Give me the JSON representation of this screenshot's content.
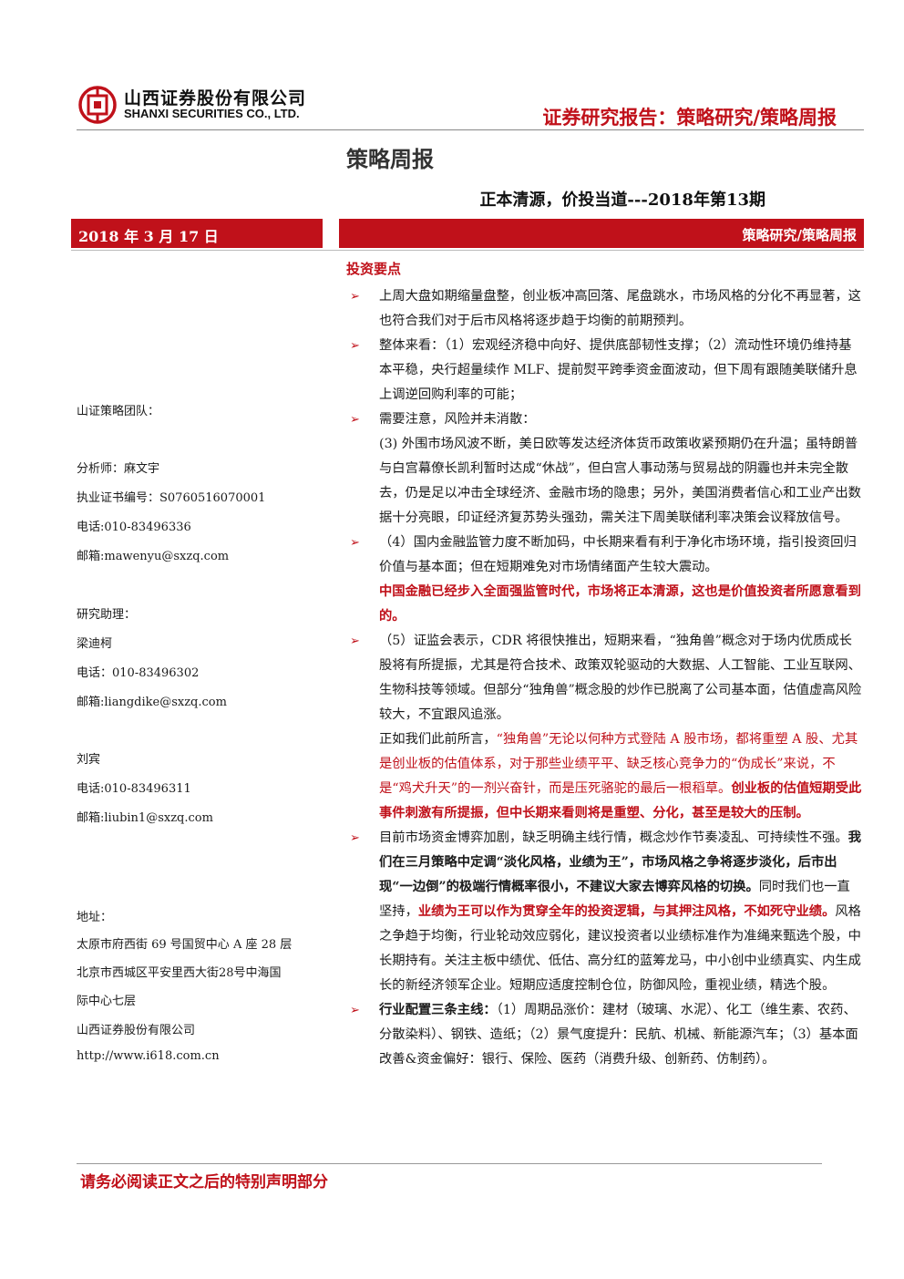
{
  "header": {
    "company_cn": "山西证券股份有限公司",
    "company_en": "SHANXI SECURITIES CO., LTD.",
    "report_title": "证券研究报告：策略研究/策略周报",
    "logo_icon": "shanxi-securities-logo-icon",
    "accent_color": "#c0111a"
  },
  "page_label": "策略周报",
  "subtitle": "正本清源，价投当道---2018年第13期",
  "date": "2018 年 3 月 17 日",
  "category": "策略研究/策略周报",
  "left": {
    "team": "山证策略团队：",
    "analyst": "分析师：麻文宇",
    "license": "执业证书编号：S0760516070001",
    "analyst_phone": "电话:010-83496336",
    "analyst_email": "邮箱:mawenyu@sxzq.com",
    "assistant_label": "研究助理：",
    "assistant1_name": "梁迪柯",
    "assistant1_phone": "电话：010-83496302",
    "assistant1_email": "邮箱:liangdike@sxzq.com",
    "assistant2_name": "刘宾",
    "assistant2_phone": "电话:010-83496311",
    "assistant2_email": "邮箱:liubin1@sxzq.com",
    "address_label": "地址：",
    "address1": "太原市府西街 69 号国贸中心 A 座 28 层",
    "address2a": "北京市西城区平安里西大街28号中海国",
    "address2b": "际中心七层",
    "company": "山西证券股份有限公司",
    "website": "http://www.i618.com.cn"
  },
  "section_title": "投资要点",
  "bullets": {
    "b1": "上周大盘如期缩量盘整，创业板冲高回落、尾盘跳水，市场风格的分化不再显著，这也符合我们对于后市风格将逐步趋于均衡的前期预判。",
    "b2": "整体来看：（1）宏观经济稳中向好、提供底部韧性支撑；（2）流动性环境仍维持基本平稳，央行超量续作 MLF、提前熨平跨季资金面波动，但下周有跟随美联储升息上调逆回购利率的可能；",
    "b3": "需要注意，风险并未消散：",
    "p3": "(3) 外围市场风波不断，美日欧等发达经济体货币政策收紧预期仍在升温；虽特朗普与白宫幕僚长凯利暂时达成“休战”，但白宫人事动荡与贸易战的阴霾也并未完全散去，仍是足以冲击全球经济、金融市场的隐患；另外，美国消费者信心和工业产出数据十分亮眼，印证经济复苏势头强劲，需关注下周美联储利率决策会议释放信号。",
    "b4": "（4）国内金融监管力度不断加码，中长期来看有利于净化市场环境，指引投资回归价值与基本面；但在短期难免对市场情绪面产生较大震动。",
    "b4_red": "中国金融已经步入全面强监管时代，市场将正本清源，这也是价值投资者所愿意看到的。",
    "b5": "（5）证监会表示，CDR 将很快推出，短期来看，“独角兽”概念对于场内优质成长股将有所提振，尤其是符合技术、政策双轮驱动的大数据、人工智能、工业互联网、生物科技等领域。但部分“独角兽”概念股的炒作已脱离了公司基本面，估值虚高风险较大，不宜跟风追涨。",
    "p5_pre": "正如我们此前所言，",
    "p5_red": "“独角兽”无论以何种方式登陆 A 股市场，都将重塑 A 股、尤其是创业板的估值体系，对于那些业绩平平、缺乏核心竞争力的“伪成长”来说，不是“鸡犬升天”的一剂兴奋针，而是压死骆驼的最后一根稻草。",
    "p5_redbold": "创业板的估值短期受此事件刺激有所提振，但中长期来看则将是重塑、分化，甚至是较大的压制。",
    "b6_a": "目前市场资金博弈加剧，缺乏明确主线行情，概念炒作节奏凌乱、可持续性不强。",
    "b6_bold": "我们在三月策略中定调“淡化风格，业绩为王”，市场风格之争将逐步淡化，后市出现“一边倒”的极端行情概率很小，不建议大家去博弈风格的切换。",
    "b6_b": "同时我们也一直坚持，",
    "b6_redbold": "业绩为王可以作为贯穿全年的投资逻辑，与其押注风格，不如死守业绩。",
    "b6_c": "风格之争趋于均衡，行业轮动效应弱化，建议投资者以业绩标准作为准绳来甄选个股，中长期持有。关注主板中绩优、低估、高分红的蓝筹龙马，中小创中业绩真实、内生成长的新经济领军企业。短期应适度控制仓位，防御风险，重视业绩，精选个股。",
    "b7_bold": "行业配置三条主线：",
    "b7": "（1）周期品涨价：建材（玻璃、水泥）、化工（维生素、农药、分散染料）、钢铁、造纸；（2）景气度提升：民航、机械、新能源汽车；（3）基本面改善&资金偏好：银行、保险、医药（消费升级、创新药、仿制药）。"
  },
  "footer": "请务必阅读正文之后的特别声明部分",
  "bullet_icon": "arrow-bullet-icon"
}
